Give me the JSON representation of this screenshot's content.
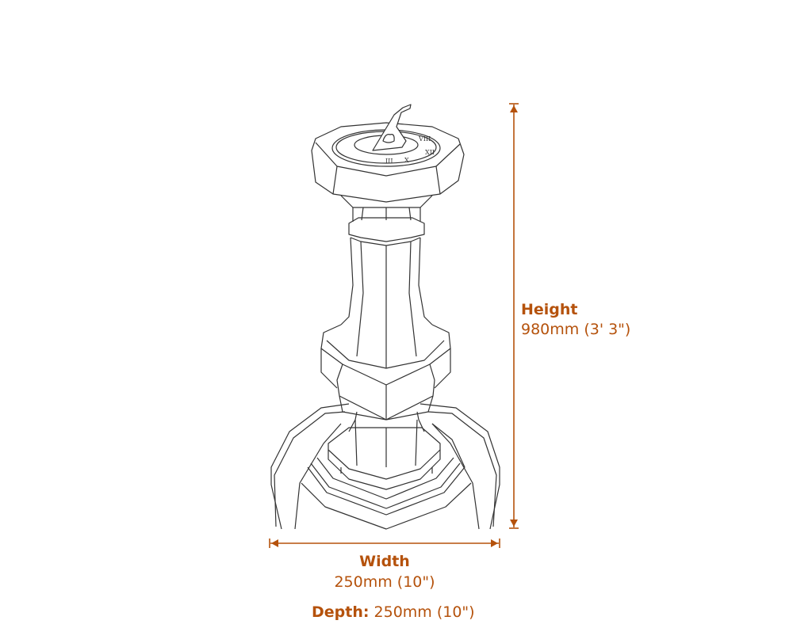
{
  "accent_color": "#b5520c",
  "height": {
    "label": "Height",
    "value": "980mm (3' 3\")"
  },
  "width": {
    "label": "Width",
    "value": "250mm (10\")"
  },
  "depth": {
    "label": "Depth:",
    "value": "250mm (10\")"
  },
  "dial_numerals": [
    "III",
    "X",
    "XII",
    "VIII"
  ]
}
